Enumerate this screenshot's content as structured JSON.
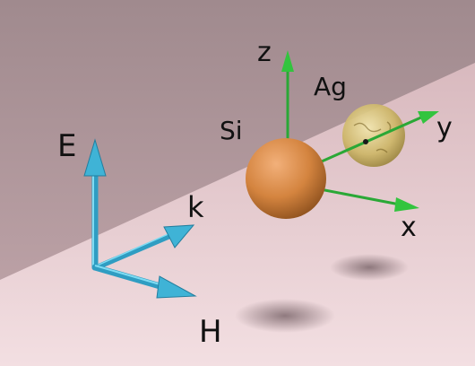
{
  "labels": {
    "E": "E",
    "k": "k",
    "H": "H",
    "z": "z",
    "y": "y",
    "x": "x",
    "si": "Si",
    "ag": "Ag"
  },
  "colors": {
    "wall_top": "#a08a8e",
    "wall_bottom": "#c2a6ab",
    "floor_far": "#dcbdc2",
    "floor_near": "#f1dbdf",
    "field_arrow": "#3fb3d6",
    "axis_arrow": "#32c43e",
    "si_sphere": "#d98a48",
    "ag_sphere": "#d8c67a"
  }
}
